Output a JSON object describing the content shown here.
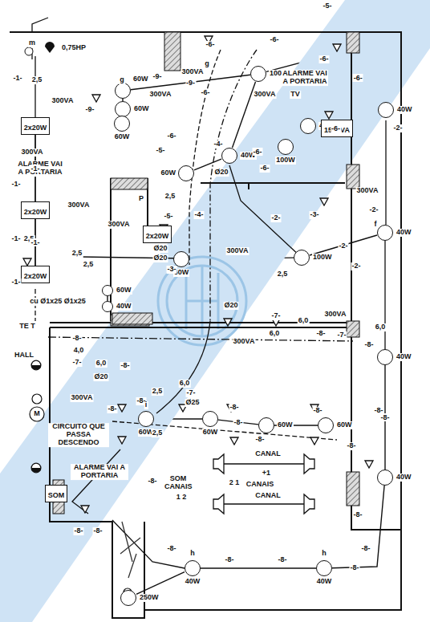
{
  "diagram": {
    "nodes": [
      {
        "text": [
          "100W"
        ]
      },
      {
        "text": [
          "60W"
        ]
      },
      {
        "text": [
          "60W"
        ]
      },
      {
        "text": [
          "60W"
        ]
      },
      {
        "text": [
          "60W"
        ]
      },
      {
        "text": [
          "40W"
        ]
      },
      {
        "text": [
          "100W"
        ]
      },
      {
        "text": [
          "40W"
        ]
      },
      {
        "text": [
          "40W"
        ]
      },
      {
        "text": [
          "40W"
        ]
      },
      {
        "text": [
          "100W"
        ]
      },
      {
        "text": [
          "60W"
        ]
      },
      {
        "text": [
          "60W"
        ]
      },
      {
        "text": [
          "40W"
        ]
      },
      {
        "text": [
          "60W"
        ]
      },
      {
        "text": [
          "60W"
        ]
      },
      {
        "text": [
          "60W"
        ]
      },
      {
        "text": [
          "60W"
        ]
      },
      {
        "text": [
          "40W"
        ]
      },
      {
        "text": [
          "40W"
        ]
      },
      {
        "text": [
          "40W"
        ]
      },
      {
        "text": [
          "40W"
        ]
      },
      {
        "text": [
          "250W"
        ]
      },
      {
        "text": [
          "2x20W"
        ]
      },
      {
        "text": [
          "2x20W"
        ]
      },
      {
        "text": [
          "2x20W"
        ]
      },
      {
        "text": [
          "2x20W"
        ]
      },
      {
        "text": [
          "1500VA"
        ]
      },
      {
        "text": [
          "SOM"
        ]
      }
    ],
    "edges": [
      {
        "from": 0,
        "to": 1,
        "arrow": "none",
        "label": "-9-"
      },
      {
        "from": 0,
        "to": 5,
        "arrow": "none"
      },
      {
        "from": 5,
        "to": 6,
        "arrow": "none",
        "label": "-6-"
      },
      {
        "from": 6,
        "to": 8,
        "arrow": "none",
        "label": "-6-"
      },
      {
        "from": 6,
        "to": 7,
        "arrow": "none"
      },
      {
        "from": 4,
        "to": 5,
        "arrow": "none"
      },
      {
        "from": 10,
        "to": 9,
        "arrow": "none",
        "label": "-2-"
      },
      {
        "from": 10,
        "to": 11,
        "arrow": "none"
      },
      {
        "from": 14,
        "to": 15,
        "arrow": "none"
      },
      {
        "from": 15,
        "to": 16,
        "arrow": "none",
        "label": "-8-"
      },
      {
        "from": 16,
        "to": 17,
        "arrow": "none"
      },
      {
        "from": 18,
        "to": 19,
        "arrow": "none",
        "label": "-8-"
      },
      {
        "from": 19,
        "to": 20,
        "arrow": "none",
        "label": "-8-"
      },
      {
        "from": 20,
        "to": 21,
        "arrow": "none"
      },
      {
        "from": 21,
        "to": 22,
        "arrow": "none"
      },
      {
        "from": 23,
        "to": 24,
        "arrow": "none",
        "label": "-1-"
      },
      {
        "from": 24,
        "to": 25,
        "arrow": "none",
        "label": "-1-"
      },
      {
        "from": 1,
        "to": 2,
        "arrow": "none"
      },
      {
        "from": 2,
        "to": 3,
        "arrow": "none"
      },
      {
        "from": 0,
        "to": 8,
        "arrow": "none",
        "label": "-6-"
      },
      {
        "from": 12,
        "to": 13,
        "arrow": "none"
      }
    ],
    "labels": [
      "m",
      "0,75HP",
      "-1-",
      "2,5",
      "300VA",
      "-9-",
      "g",
      "-9-",
      "300VA",
      "300VA",
      "g",
      "-5-",
      "-6-",
      "-6-",
      "-6-",
      "-6-",
      "ALARME VAI A PORTARIA",
      "300VA",
      "TV",
      "-4-",
      "-5-",
      "Ø20",
      "-6-",
      "-2-",
      "300VA",
      "-2-",
      "-3-",
      "-2-",
      "-2-",
      "300VA",
      "2,5",
      "-4-",
      "2,5",
      "-5-",
      "P",
      "300VA",
      "Ø20",
      "Ø20",
      "-3-",
      "2,5",
      "-1-",
      "300VA",
      "ALARME VAI A PORTARIA",
      "300VA",
      "2,5",
      "-1-",
      "2,5",
      "-1-",
      "cu Ø1x25 Ø1x25",
      "Ø20",
      "-7-",
      "6,0",
      "300VA",
      "-8-",
      "6,0",
      "300VA",
      "6,0",
      "-7-",
      "-8-",
      "TE T",
      "-8-",
      "4,0",
      "HALL",
      "-7-",
      "6,0",
      "Ø20",
      "-8-",
      "300VA",
      "2,5",
      "-8-",
      "6,0",
      "-7-",
      "Ø25",
      "M",
      "CIRCUITO QUE PASSA DESCENDO",
      "-8-",
      "-8-",
      "-8-",
      "-8-",
      "2,5",
      "ALARME VAI A PORTARIA",
      "-8-",
      "SOM CANAIS",
      "1 2",
      "CANAL",
      "+1",
      "2 1",
      "CANAIS",
      "CANAL",
      "-8-",
      "-8-",
      "-8-",
      "-8-",
      "-8-",
      "-8-",
      "-8-",
      "-8-",
      "-8-",
      "h",
      "h",
      "i",
      "f",
      "-6-"
    ]
  }
}
